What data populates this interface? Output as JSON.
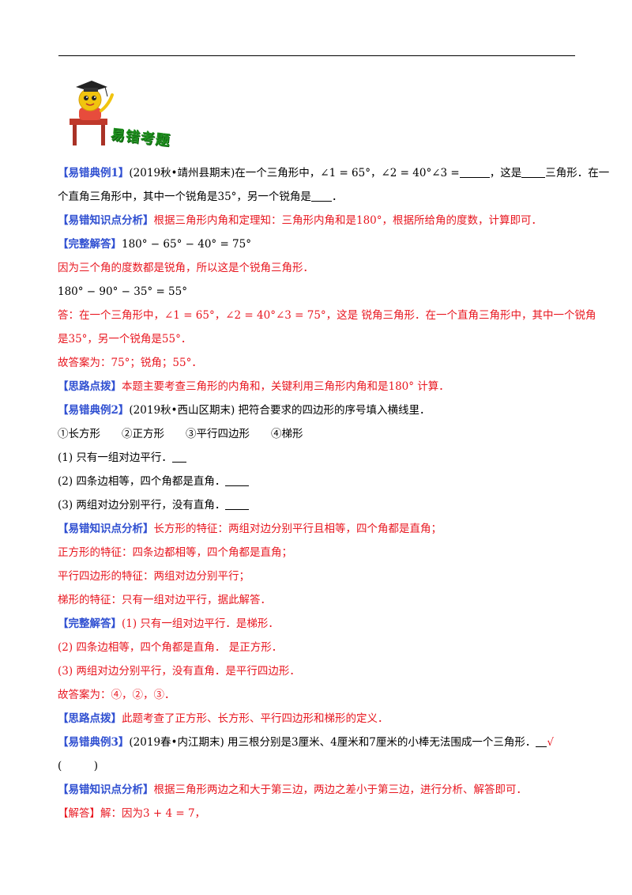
{
  "header": {
    "banner_text": "易错考题"
  },
  "example1": {
    "label": "【易错典例1】",
    "line1": "(2019秋•靖州县期末)在一个三角形中，∠1 = 65°，∠2 = 40°∠3 =",
    "line1b": "，这是",
    "line1c": "三角形．在一",
    "line2": "个直角三角形中，其中一个锐角是35°，另一个锐角是",
    "line2_end": "．",
    "analysis_label": "【易错知识点分析】",
    "analysis": "根据三角形内角和定理知：三角形内角和是180°，根据所给角的度数，计算即可．",
    "solution_label": "【完整解答】",
    "solution_eq1": "180° − 65° − 40° = 75°",
    "solution_text1": "因为三个角的度数都是锐角，所以这是个锐角三角形．",
    "solution_eq2": "180° − 90° − 35° = 55°",
    "answer_line1": "答：在一个三角形中，∠1 = 65°，∠2 = 40°∠3 = 75°，这是 锐角三角形．在一个直角三角形中，其中一个锐角",
    "answer_line2": "是35°，另一个锐角是55°．",
    "final": "故答案为：75°；锐角；55°．",
    "tips_label": "【思路点拨】",
    "tips": "本题主要考查三角形的内角和，关键利用三角形内角和是180° 计算．"
  },
  "example2": {
    "label": "【易错典例2】",
    "question": "(2019秋•西山区期末) 把符合要求的四边形的序号填入横线里．",
    "options": "①长方形　　②正方形　　③平行四边形　　④梯形",
    "q1": "(1) 只有一组对边平行．",
    "q2": "(2) 四条边相等，四个角都是直角．",
    "q3": "(3) 两组对边分别平行，没有直角．",
    "analysis_label": "【易错知识点分析】",
    "analysis1": "长方形的特征：两组对边分别平行且相等，四个角都是直角；",
    "analysis2": "正方形的特征：四条边都相等，四个角都是直角；",
    "analysis3": "平行四边形的特征：两组对边分别平行；",
    "analysis4": "梯形的特征：只有一组对边平行，据此解答．",
    "solution_label": "【完整解答】",
    "solution1": "(1) 只有一组对边平行．是梯形．",
    "solution2": "(2) 四条边相等，四个角都是直角．  是正方形．",
    "solution3": "(3) 两组对边分别平行，没有直角．是平行四边形．",
    "final": "故答案为：④，②，③．",
    "tips_label": "【思路点拨】",
    "tips": "此题考查了正方形、长方形、平行四边形和梯形的定义．"
  },
  "example3": {
    "label": "【易错典例3】",
    "question": "(2019春•内江期末) 用三根分别是3厘米、4厘米和7厘米的小棒无法围成一个三角形．",
    "check": "√",
    "paren": "(　　　)",
    "analysis_label": "【易错知识点分析】",
    "analysis": "根据三角形两边之和大于第三边，两边之差小于第三边，进行分析、解答即可．",
    "solution_label": "【解答】",
    "solution": "解：因为3 + 4 = 7，"
  },
  "colors": {
    "label_blue": "#2f4fd1",
    "answer_red": "#e8161f",
    "banner_green": "#1e8f1e"
  }
}
